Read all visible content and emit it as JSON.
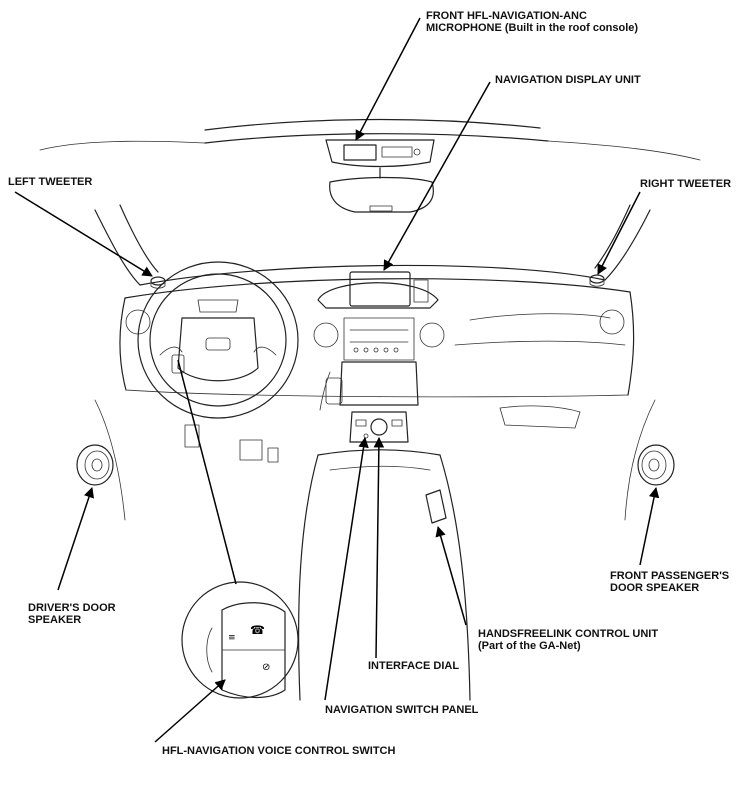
{
  "labels": {
    "mic_line1": "FRONT HFL-NAVIGATION-ANC",
    "mic_line2": "MICROPHONE (Built in the roof console)",
    "nav_display": "NAVIGATION DISPLAY UNIT",
    "left_tweeter": "LEFT TWEETER",
    "right_tweeter": "RIGHT TWEETER",
    "drivers_door_line1": "DRIVER'S DOOR",
    "drivers_door_line2": "SPEAKER",
    "front_pass_line1": "FRONT PASSENGER'S",
    "front_pass_line2": "DOOR SPEAKER",
    "hfl_control_line1": "HANDSFREELINK CONTROL UNIT",
    "hfl_control_line2": "(Part of the GA-Net)",
    "interface_dial": "INTERFACE DIAL",
    "nav_switch_panel": "NAVIGATION SWITCH PANEL",
    "voice_switch": "HFL-NAVIGATION VOICE CONTROL SWITCH"
  },
  "colors": {
    "line": "#222222",
    "background": "#ffffff"
  }
}
